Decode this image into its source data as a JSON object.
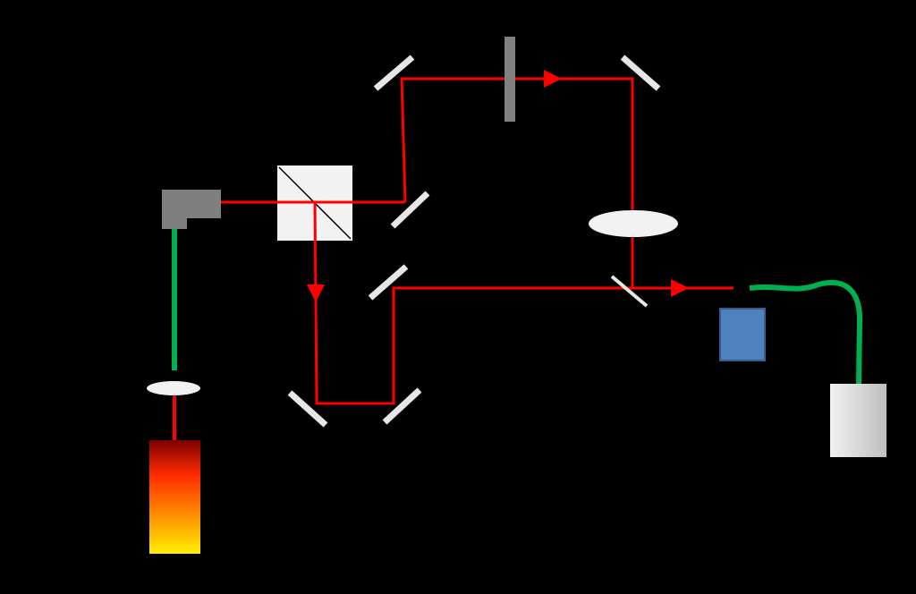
{
  "diagram": {
    "background": "#000000",
    "colors": {
      "beam": "#ff0000",
      "fiber": "#00b050",
      "mirror": "#e6e6e6",
      "lens": "#f2f2f2",
      "splitter": "#f2f2f2",
      "coupler": "#7f7f7f",
      "filter": "#808080",
      "sample": "#4f81bd",
      "sample_border": "#385d8a",
      "detector_light": "#f2f2f2",
      "detector_dark": "#bfbfbf",
      "laser_top": "#7a0000",
      "laser_mid": "#ff2a00",
      "laser_low": "#ff8c00",
      "laser_bottom": "#ffee00"
    },
    "components": [
      "laser-source",
      "focusing-lens",
      "single-mode-fiber",
      "fiber-coupler",
      "beam-splitter-cube",
      "delay-mirror-pair",
      "phase-plate",
      "focusing-lens",
      "dichroic-mirror",
      "sample",
      "collection-fiber",
      "detector"
    ]
  }
}
